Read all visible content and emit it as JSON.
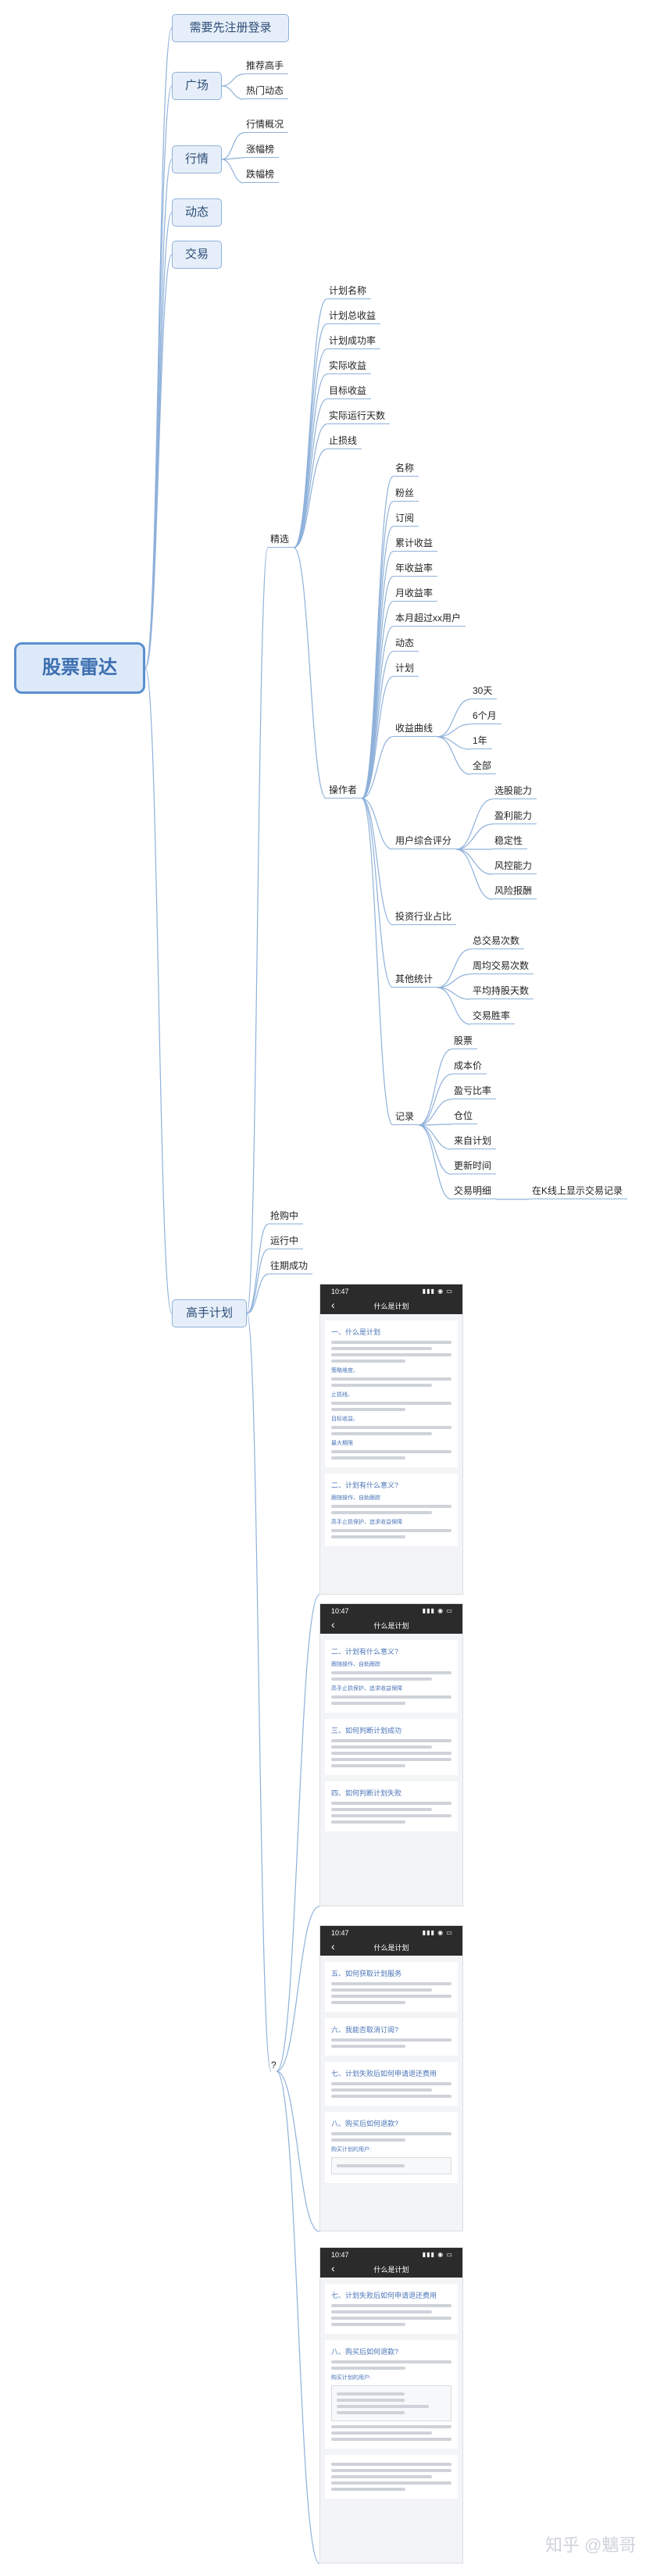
{
  "root": "股票雷达",
  "nodes": {
    "login": "需要先注册登录",
    "square": "广场",
    "square_recommend": "推荐高手",
    "square_hot": "热门动态",
    "market": "行情",
    "market_overview": "行情概况",
    "market_rise": "涨幅榜",
    "market_fall": "跌幅榜",
    "dynamic": "动态",
    "trade": "交易",
    "expert_plan": "高手计划",
    "selected": "精选",
    "plan_name": "计划名称",
    "plan_total_return": "计划总收益",
    "plan_success_rate": "计划成功率",
    "actual_return": "实际收益",
    "target_return": "目标收益",
    "actual_days": "实际运行天数",
    "stop_loss": "止损线",
    "operator": "操作者",
    "op_name": "名称",
    "op_fans": "粉丝",
    "op_subscribe": "订阅",
    "op_cum_return": "累计收益",
    "op_year_return": "年收益率",
    "op_month_return": "月收益率",
    "op_beat_users": "本月超过xx用户",
    "op_dynamic": "动态",
    "op_plan": "计划",
    "curve": "收益曲线",
    "curve_30d": "30天",
    "curve_6m": "6个月",
    "curve_1y": "1年",
    "curve_all": "全部",
    "rating": "用户综合评分",
    "rating_pick": "选股能力",
    "rating_profit": "盈利能力",
    "rating_stable": "稳定性",
    "rating_risk": "风控能力",
    "rating_drawdown": "风险报酬",
    "industry": "投资行业占比",
    "stats": "其他统计",
    "stats_total": "总交易次数",
    "stats_weekly": "周均交易次数",
    "stats_hold": "平均持股天数",
    "stats_winrate": "交易胜率",
    "records": "记录",
    "rec_stock": "股票",
    "rec_cost": "成本价",
    "rec_pnl": "盈亏比率",
    "rec_position": "仓位",
    "rec_source": "来自计划",
    "rec_update": "更新时间",
    "rec_detail": "交易明细",
    "rec_detail_kline": "在K线上显示交易记录",
    "buying": "抢购中",
    "running": "运行中",
    "past_success": "往期成功",
    "question": "?"
  },
  "phones": [
    {
      "time": "10:47",
      "signal": "▮▮▮ ◉ ▭",
      "back": "‹",
      "title": "什么是计划",
      "sections": [
        {
          "heading": "一、什么是计划",
          "subs": [
            "策略维度、",
            "止损线、",
            "目标收益、",
            "最大期限"
          ]
        },
        {
          "heading": "二、计划有什么意义?",
          "subs": [
            "跟随操作、自助跟踪",
            "高手止损保护、追求收益保障"
          ]
        }
      ]
    },
    {
      "time": "10:47",
      "signal": "▮▮▮ ◉ ▭",
      "back": "‹",
      "title": "什么是计划",
      "sections": [
        {
          "heading": "二、计划有什么意义?",
          "subs": [
            "跟随操作、自助跟踪",
            "高手止损保护、追求收益保障"
          ]
        },
        {
          "heading": "三、如何判断计划成功",
          "subs": []
        },
        {
          "heading": "四、如何判断计划失败",
          "subs": []
        }
      ]
    },
    {
      "time": "10:47",
      "signal": "▮▮▮ ◉ ▭",
      "back": "‹",
      "title": "什么是计划",
      "sections": [
        {
          "heading": "五、如何获取计划服务",
          "subs": []
        },
        {
          "heading": "六、我能否取消订阅?",
          "subs": []
        },
        {
          "heading": "七、计划失败后如何申请退还费用",
          "subs": []
        },
        {
          "heading": "八、购买后如何退款?",
          "subs": [
            "购买计划的用户:"
          ]
        }
      ]
    },
    {
      "time": "10:47",
      "signal": "▮▮▮ ◉ ▭",
      "back": "‹",
      "title": "什么是计划",
      "sections": [
        {
          "heading": "七、计划失败后如何申请退还费用",
          "subs": []
        },
        {
          "heading": "八、购买后如何退款?",
          "subs": [
            "购买计划的用户:"
          ]
        }
      ]
    }
  ],
  "watermark": "知乎 @魑哥"
}
